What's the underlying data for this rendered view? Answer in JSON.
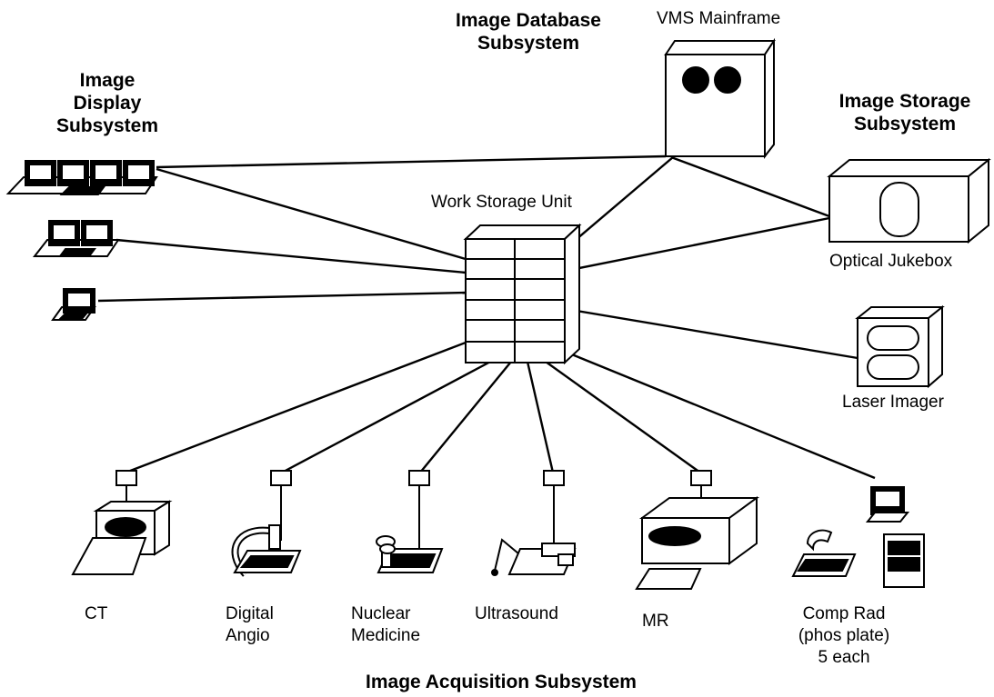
{
  "subsystems": {
    "database": [
      "Image Database",
      "Subsystem"
    ],
    "display": [
      "Image",
      "Display",
      "Subsystem"
    ],
    "storage": [
      "Image Storage",
      "Subsystem"
    ],
    "acquisition": "Image Acquisition Subsystem"
  },
  "devices": {
    "vms_mainframe": "VMS Mainframe",
    "work_storage": "Work Storage Unit",
    "optical_jukebox": "Optical Jukebox",
    "laser_imager": "Laser Imager"
  },
  "modalities": {
    "ct": [
      "CT"
    ],
    "digital_angio": [
      "Digital",
      "Angio"
    ],
    "nuclear_medicine": [
      "Nuclear",
      "Medicine"
    ],
    "ultrasound": [
      "Ultrasound"
    ],
    "mr": [
      "MR"
    ],
    "comp_rad": [
      "Comp Rad",
      "(phos plate)",
      "5 each"
    ]
  }
}
